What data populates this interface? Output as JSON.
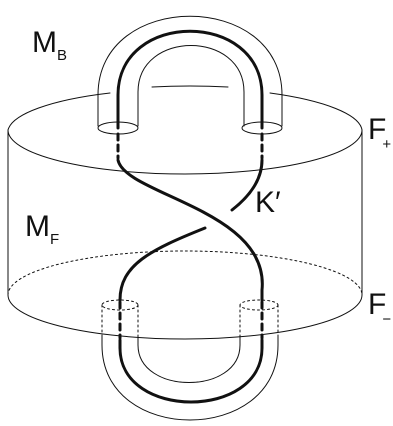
{
  "labels": {
    "mb_main": "M",
    "mb_sub": "B",
    "mf_main": "M",
    "mf_sub": "F",
    "fplus_main": "F",
    "fplus_sub": "+",
    "fminus_main": "F",
    "fminus_sub": "−",
    "knot": "K′"
  }
}
